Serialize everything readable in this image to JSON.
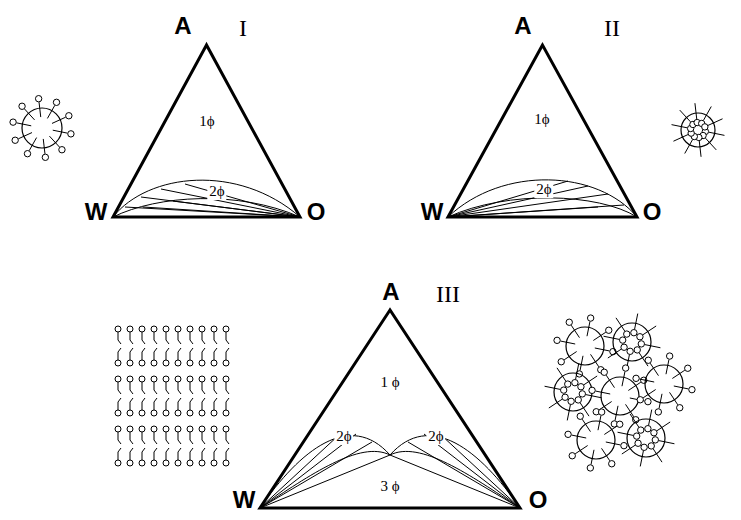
{
  "diagram": {
    "nodes": [
      {
        "text": [
          "1ϕ",
          "2ϕ"
        ]
      },
      {
        "text": [
          "1ϕ",
          "2ϕ"
        ]
      },
      {
        "text": [
          "1 ϕ",
          "2ϕ",
          "2ϕ",
          "3 ϕ"
        ]
      }
    ],
    "labels": [
      "A",
      "I",
      "W",
      "O",
      "A",
      "II",
      "W",
      "O",
      "A",
      "III",
      "W",
      "O"
    ]
  }
}
